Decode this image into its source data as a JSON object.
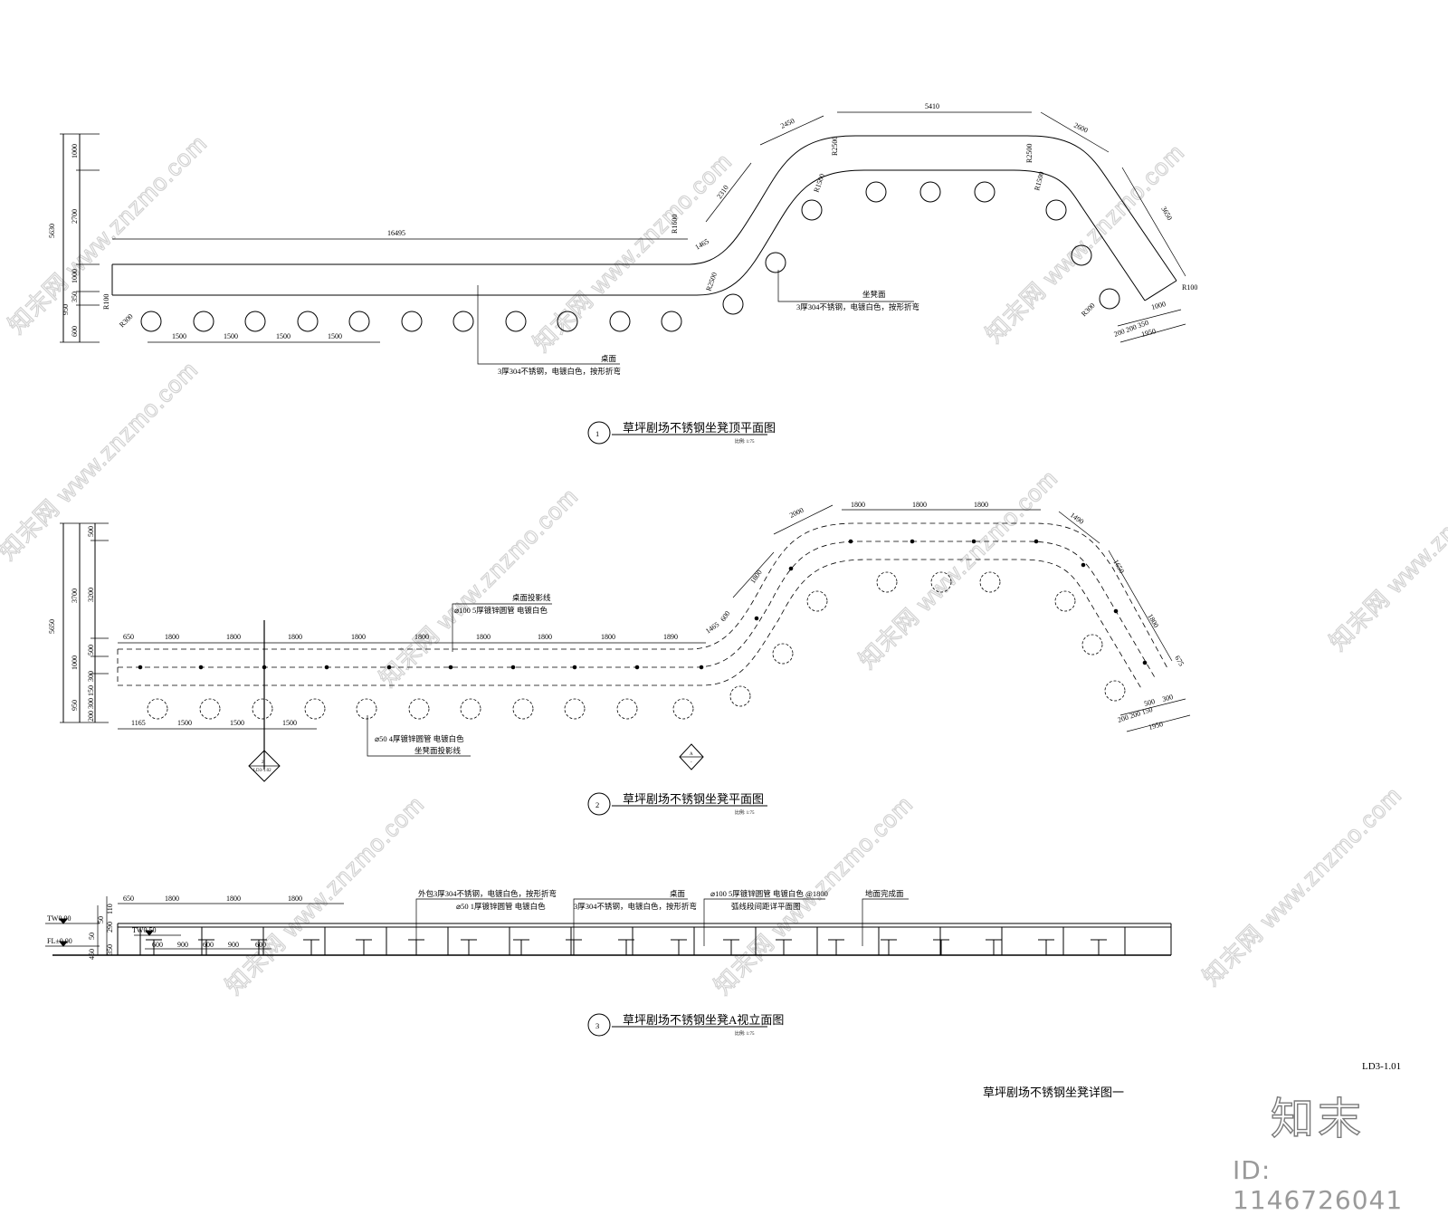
{
  "view1": {
    "title": "草坪剧场不锈钢坐凳顶平面图",
    "number": "1",
    "scale": "比例: 1:75",
    "overall_dim": "5630",
    "left_dims": [
      "1000",
      "2700",
      "1000",
      "350",
      "950",
      "600"
    ],
    "radius_tags": [
      "R100",
      "R300",
      "R1600",
      "R2500",
      "R2500",
      "R1500",
      "R1500",
      "R2500",
      "R2500",
      "R100",
      "R300"
    ],
    "top_dims": [
      "16495",
      "2450",
      "5410",
      "2600",
      "2310",
      "3650",
      "1465",
      "1000",
      "1950",
      "200 200 350"
    ],
    "spacing_dims": [
      "1500",
      "1500",
      "1500",
      "1500"
    ],
    "callout_desk": {
      "label": "桌面",
      "spec": "3厚304不锈钢，电镀白色，按形折弯"
    },
    "callout_seat": {
      "label": "坐凳面",
      "spec": "3厚304不锈钢，电镀白色，按形折弯"
    }
  },
  "view2": {
    "title": "草坪剧场不锈钢坐凳平面图",
    "number": "2",
    "scale": "比例: 1:75",
    "overall_dim": "5650",
    "left_outer_dims": [
      "3700",
      "1000",
      "950"
    ],
    "left_inner_dims": [
      "500",
      "3200",
      "500",
      "300",
      "200 300 150"
    ],
    "top_dims": [
      "650",
      "1800",
      "1800",
      "1800",
      "1800",
      "1800",
      "1800",
      "1800",
      "1800",
      "1890",
      "1465",
      "600",
      "1800",
      "2000",
      "1800",
      "1800",
      "1800",
      "1490",
      "1650",
      "1800",
      "675",
      "500",
      "300"
    ],
    "bottom_dims": [
      "1165",
      "1500",
      "1500",
      "1500"
    ],
    "right_dims": [
      "200 200 150",
      "1950"
    ],
    "callout_desk": {
      "label": "桌面投影线",
      "spec": "⌀100 5厚镀锌圆管 电镀白色"
    },
    "callout_seat": {
      "spec": "⌀50 4厚镀锌圆管 电镀白色",
      "label": "坐凳面投影线"
    },
    "section_tag_1": {
      "top": "2",
      "bottom": "LD3-1.02"
    },
    "section_tag_2": {
      "top": "A",
      "bottom": "-"
    }
  },
  "view3": {
    "title": "草坪剧场不锈钢坐凳A视立面图",
    "number": "3",
    "scale": "比例: 1:75",
    "top_dims": [
      "650",
      "1800",
      "1800",
      "1800"
    ],
    "bottom_dims": [
      "600",
      "900",
      "600",
      "900",
      "600"
    ],
    "levels": [
      "TW0.90",
      "TW0.50",
      "FL±0.00"
    ],
    "height_dims": [
      "110",
      "50",
      "290",
      "50",
      "450",
      "350"
    ],
    "notes": [
      {
        "line1": "外包3厚304不锈钢，电镀白色，按形折弯",
        "line2": "⌀50 1厚镀锌圆管 电镀白色"
      },
      {
        "line1": "桌面",
        "line2": "3厚304不锈钢，电镀白色，按形折弯"
      },
      {
        "line1": "⌀100 5厚镀锌圆管 电镀白色 @1800",
        "line2": "弧线段间距详平面图"
      },
      {
        "line1": "地面完成面",
        "line2": ""
      }
    ]
  },
  "sheet": {
    "number": "LD3-1.01",
    "title": "草坪剧场不锈钢坐凳详图一"
  },
  "branding": {
    "logo_text": "知末",
    "image_id": "ID: 1146726041",
    "watermark_text": "www.znzmo.com",
    "watermark_cn": "知末网"
  }
}
